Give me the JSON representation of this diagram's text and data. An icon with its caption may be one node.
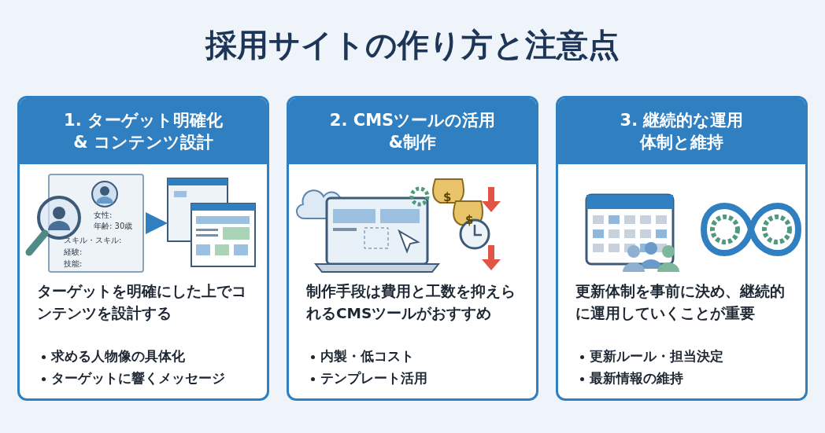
{
  "diagram": {
    "title": "採用サイトの作り方と注意点",
    "nodes": [
      {
        "text": [
          "1. ターゲット明確化 & コンテンツ設計",
          "ターゲットを明確にした上でコンテンツを設計する",
          "求める人物像の具体化",
          "ターゲットに響くメッセージ"
        ]
      },
      {
        "text": [
          "女性:",
          "年齢: 30歳",
          "スキル・スキル:",
          "経験:",
          "技能:"
        ],
        "in": 0
      },
      {
        "text": [],
        "shape": "picture",
        "in": 0
      },
      {
        "text": [
          "2. CMSツールの活用 &制作",
          "制作手段は費用と工数を抑えられるCMSツールがおすすめ",
          "内製・低コスト",
          "テンプレート活用"
        ]
      },
      {
        "text": [
          "3. 継続的な運用体制と維持",
          "更新体制を事前に決め、継続的に運用していくことが重要",
          "更新ルール・担当決定",
          "最新情報の維持"
        ]
      }
    ],
    "edges": [
      {
        "from": 1,
        "to": 2,
        "arrow": "to"
      }
    ],
    "labels": [
      "$",
      "$"
    ]
  }
}
